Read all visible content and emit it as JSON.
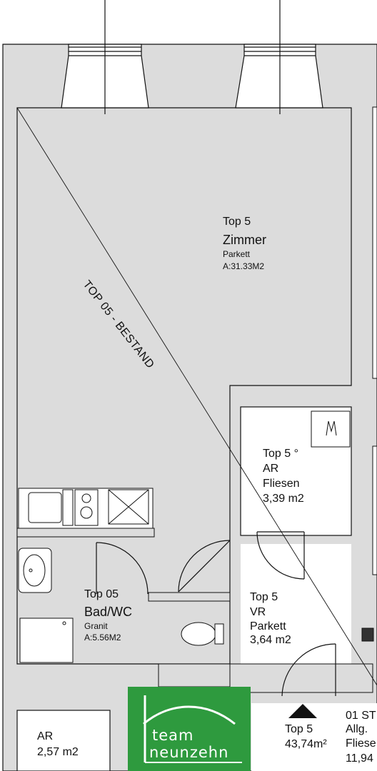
{
  "plan_title": "TOP 05 - BESTAND",
  "rooms": {
    "zimmer": {
      "top": "Top 5",
      "name": "Zimmer",
      "floor": "Parkett",
      "area": "A:31.33M2"
    },
    "ar": {
      "top": "Top 5 °",
      "name": "AR",
      "floor": "Fliesen",
      "area": "3,39 m2"
    },
    "bad": {
      "top": "Top 05",
      "name": "Bad/WC",
      "floor": "Granit",
      "area": "A:5.56M2"
    },
    "vr": {
      "top": "Top 5",
      "name": "VR",
      "floor": "Parkett",
      "area": "3,64 m2"
    },
    "ar_lower": {
      "name": "AR",
      "area": "2,57 m2"
    }
  },
  "unit_total": {
    "top": "Top 5",
    "area": "43,74m²"
  },
  "neighbor": {
    "line1": "01 ST",
    "line2": "Allg.",
    "line3": "Fliese",
    "line4": "11,94"
  },
  "logo": {
    "line1": "team",
    "line2": "neunzehn"
  },
  "colors": {
    "wall": "#dcdcdc",
    "line": "#111111",
    "logo_green": "#2e9a3e"
  }
}
